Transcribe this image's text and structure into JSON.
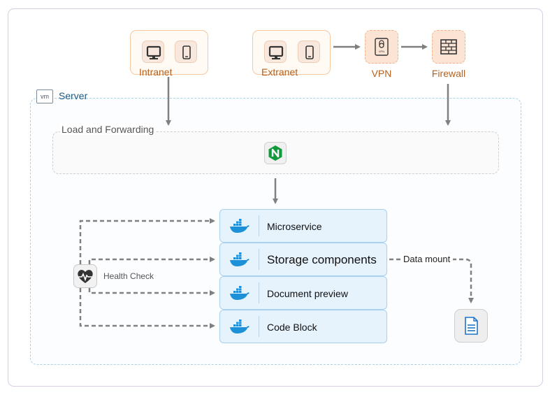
{
  "clients": {
    "intranet_label": "Intranet",
    "extranet_label": "Extranet",
    "devices": [
      "desktop-icon",
      "mobile-phone-icon"
    ]
  },
  "security": {
    "vpn_label": "VPN",
    "firewall_label": "Firewall"
  },
  "server": {
    "icon_text": "vm",
    "label": "Server",
    "load_balancer": {
      "label": "Load and Forwarding",
      "icon": "nginx-icon"
    },
    "services": [
      {
        "label": "Microservice",
        "icon": "docker-icon"
      },
      {
        "label": "Storage components",
        "icon": "docker-icon"
      },
      {
        "label": "Document preview",
        "icon": "docker-icon"
      },
      {
        "label": "Code Block",
        "icon": "docker-icon"
      }
    ],
    "health_check": {
      "label": "Health Check",
      "icon": "heartbeat-icon"
    },
    "data_mount": {
      "label": "Data mount",
      "icon": "document-icon"
    }
  },
  "colors": {
    "client_border": "#f4c9a3",
    "client_text": "#b5611e",
    "server_border": "#a8d3ea",
    "service_fill": "#e6f2fc",
    "docker_blue": "#1d91d8",
    "nginx_green": "#119a3b",
    "arrow": "#808080"
  }
}
